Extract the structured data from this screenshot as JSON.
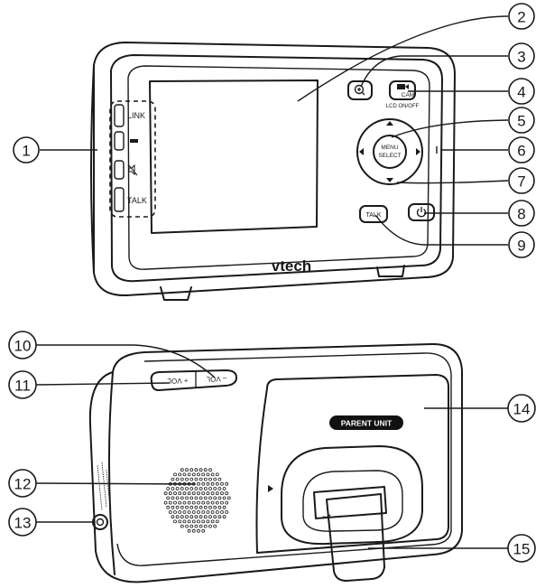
{
  "front": {
    "brand": "vtech",
    "side_buttons": [
      "LINK",
      "TALK"
    ],
    "cam_button": "CAM",
    "lcd_label": "LCD ON/OFF",
    "menu_label_1": "MENU",
    "menu_label_2": "SELECT",
    "talk_button": "TALK"
  },
  "back": {
    "vol_minus": "– VOL",
    "vol_plus": "+ VOL",
    "badge": "PARENT UNIT"
  },
  "callouts": [
    "1",
    "2",
    "3",
    "4",
    "5",
    "6",
    "7",
    "8",
    "9",
    "10",
    "11",
    "12",
    "13",
    "14",
    "15"
  ],
  "icons": [
    "zoom-icon",
    "camera-icon",
    "power-icon",
    "mute-icon",
    "arrow-up-icon",
    "arrow-down-icon",
    "arrow-left-icon",
    "arrow-right-icon"
  ]
}
